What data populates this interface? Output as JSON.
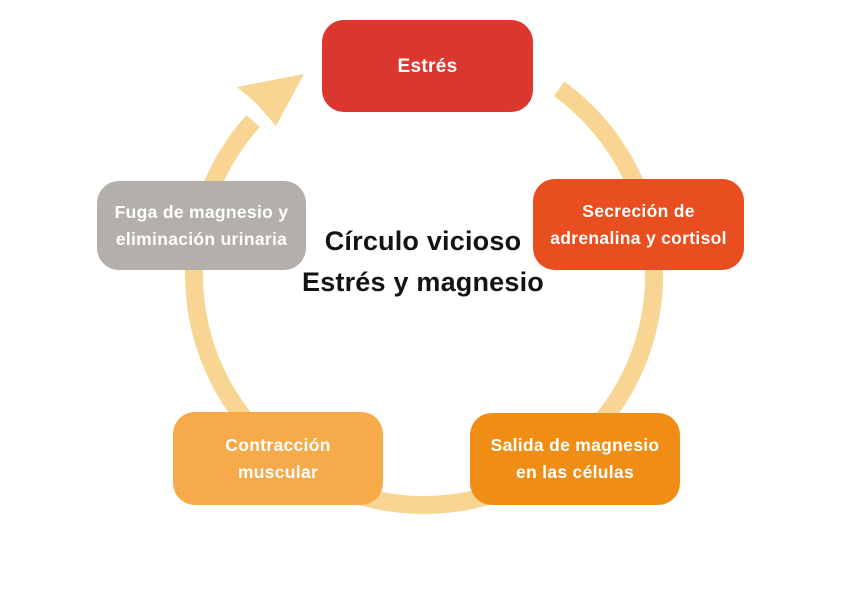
{
  "title": {
    "line1": "Círculo vicioso",
    "line2": "Estrés y magnesio",
    "color": "#131313"
  },
  "ring": {
    "color": "#F8D593"
  },
  "nodes": [
    {
      "id": "estres",
      "lines": [
        "Estrés"
      ],
      "color": "#DA382E"
    },
    {
      "id": "secrecion",
      "lines": [
        "Secreción de",
        "adrenalina y cortisol"
      ],
      "color": "#E84E1F"
    },
    {
      "id": "salida",
      "lines": [
        "Salida de magnesio",
        "en las células"
      ],
      "color": "#EF8D15"
    },
    {
      "id": "contraccion",
      "lines": [
        "Contracción",
        "muscular"
      ],
      "color": "#F7AA4A"
    },
    {
      "id": "fuga",
      "lines": [
        "Fuga de magnesio y",
        "eliminación urinaria"
      ],
      "color": "#B3AFAB"
    }
  ]
}
